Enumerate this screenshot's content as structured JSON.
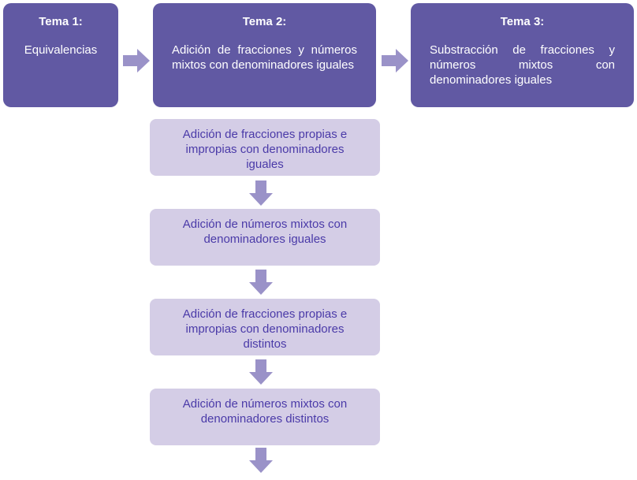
{
  "topics": [
    {
      "title": "Tema 1:",
      "body": "Equivalencias"
    },
    {
      "title": "Tema 2:",
      "body": "Adición de fracciones y números mixtos con denominadores iguales"
    },
    {
      "title": "Tema 3:",
      "body": "Substracción de fracciones y números mixtos con denominadores iguales"
    }
  ],
  "steps": [
    {
      "label": "Adición de fracciones propias e impropias con denominadores iguales"
    },
    {
      "label": "Adición de números mixtos con denominadores iguales"
    },
    {
      "label": "Adición de fracciones propias e impropias con denominadores distintos"
    },
    {
      "label": "Adición de números mixtos con denominadores distintos"
    }
  ],
  "colors": {
    "topic_fill": "#6159a3",
    "step_fill": "#d4cde6",
    "step_text": "#4a3aa8",
    "arrow": "#9a92c8"
  },
  "icons": {
    "flow_arrow": "right-arrow-icon",
    "step_arrow": "down-arrow-icon"
  }
}
